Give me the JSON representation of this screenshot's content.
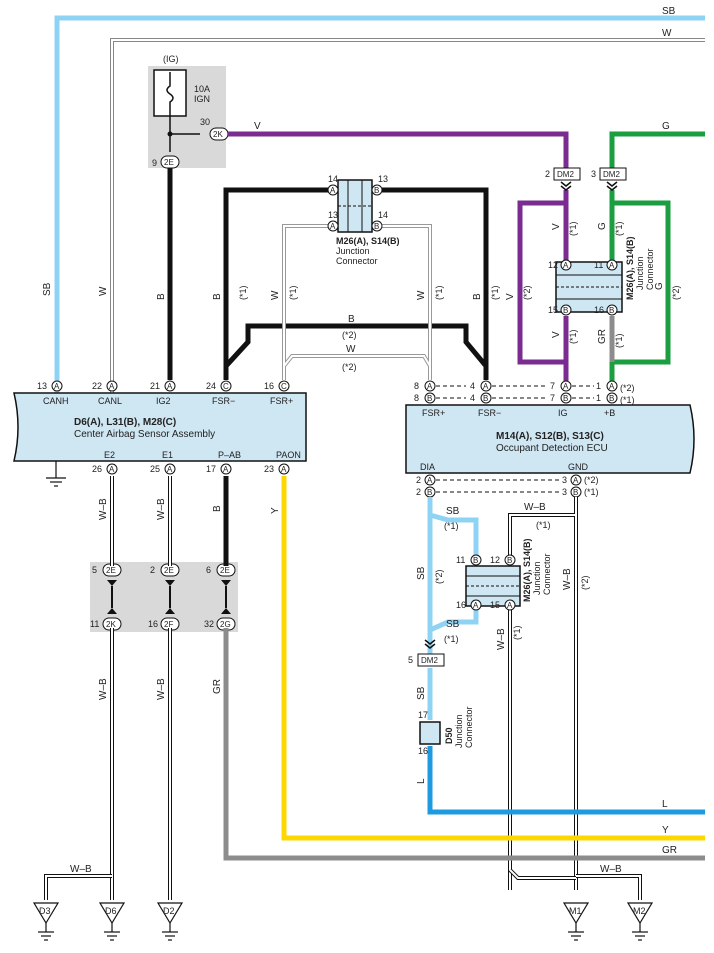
{
  "wire_colors": {
    "SB": "#8fd3f4",
    "W": "#ffffff",
    "V": "#7b2c91",
    "G": "#1a9e3f",
    "B": "#111111",
    "Y": "#ffd700",
    "GR": "#8c8c8c",
    "L": "#1e9be0",
    "WB": "#ffffff"
  },
  "edge_labels": {
    "sb": "SB",
    "w": "W",
    "g": "G",
    "l": "L",
    "y": "Y",
    "gr": "GR"
  },
  "fuse": {
    "ig": "(IG)",
    "rating": "10A",
    "name": "IGN",
    "pin30": "30",
    "conn_2k": "2K",
    "pin9": "9",
    "conn_2e": "2E"
  },
  "center_airbag": {
    "title": "D6(A), L31(B), M28(C)",
    "subtitle": "Center Airbag Sensor Assembly",
    "top_pins": [
      {
        "num": "13",
        "letter": "A",
        "name": "CANH",
        "wire": "SB"
      },
      {
        "num": "22",
        "letter": "A",
        "name": "CANL",
        "wire": "W"
      },
      {
        "num": "21",
        "letter": "A",
        "name": "IG2",
        "wire": "B"
      },
      {
        "num": "24",
        "letter": "C",
        "name": "FSR−",
        "wire": "B"
      },
      {
        "num": "16",
        "letter": "C",
        "name": "FSR+",
        "wire": "W"
      }
    ],
    "bottom_pins": [
      {
        "num": "26",
        "letter": "A",
        "name": "E2",
        "wire": "W–B"
      },
      {
        "num": "25",
        "letter": "A",
        "name": "E1",
        "wire": "W–B"
      },
      {
        "num": "17",
        "letter": "A",
        "name": "P–AB",
        "wire": "B"
      },
      {
        "num": "23",
        "letter": "A",
        "name": "PAON",
        "wire": "Y"
      }
    ]
  },
  "occupant_ecu": {
    "title": "M14(A), S12(B), S13(C)",
    "subtitle": "Occupant Detection ECU",
    "top_pins": [
      {
        "num": "8",
        "letter": "A",
        "num2": "8",
        "letter2": "B",
        "name": "FSR+"
      },
      {
        "num": "4",
        "letter": "A",
        "num2": "4",
        "letter2": "B",
        "name": "FSR−"
      },
      {
        "num": "7",
        "letter": "A",
        "num2": "7",
        "letter2": "B",
        "name": "IG"
      },
      {
        "num": "1",
        "letter": "A",
        "num2": "1",
        "letter2": "B",
        "name": "+B"
      }
    ],
    "top_notes": [
      "(*2)",
      "(*1)"
    ],
    "bottom_pins": [
      {
        "name": "DIA"
      },
      {
        "name": "GND"
      }
    ]
  },
  "junction_top": {
    "title": "M26(A), S14(B)",
    "line2": "Junction",
    "line3": "Connector",
    "pins": [
      "14",
      "13",
      "13",
      "14"
    ]
  },
  "junction_right": {
    "title": "M26(A), S14(B)",
    "line2": "Junction",
    "line3": "Connector",
    "pins": [
      "12",
      "11",
      "15",
      "16"
    ]
  },
  "junction_bottom": {
    "title": "M26(A), S14(B)",
    "line2": "Junction",
    "line3": "Connector",
    "pins": [
      "11",
      "12",
      "16",
      "15"
    ]
  },
  "d50": {
    "title": "D50",
    "line2": "Junction",
    "line3": "Connector",
    "pin17": "17",
    "pin16": "16"
  },
  "dm2": "DM2",
  "notes": {
    "n1": "(*1)",
    "n2": "(*2)"
  },
  "mid_connectors": [
    {
      "top": "5",
      "code_top": "2E",
      "bottom": "11",
      "code_bottom": "2K"
    },
    {
      "top": "2",
      "code_top": "2E",
      "bottom": "16",
      "code_bottom": "2F"
    },
    {
      "top": "6",
      "code_top": "2E",
      "bottom": "32",
      "code_bottom": "2G"
    }
  ],
  "grounds": [
    "D3",
    "D6",
    "D2",
    "M1",
    "M2"
  ],
  "wire_labels": {
    "wb": "W–B",
    "sb": "SB",
    "v": "V",
    "b": "B",
    "w": "W",
    "g": "G",
    "gr": "GR",
    "y": "Y",
    "l": "L"
  },
  "pin_nums": {
    "p2": "2",
    "p3": "3",
    "p4": "4",
    "p1": "1",
    "p7": "7",
    "p8": "8",
    "p5": "5",
    "p6": "6"
  }
}
